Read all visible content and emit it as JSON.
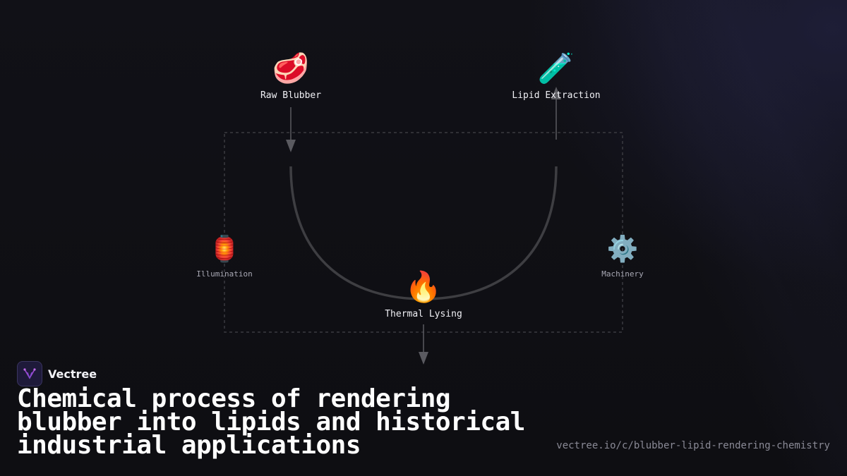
{
  "diagram": {
    "nodes": {
      "raw_blubber": {
        "icon": "meat-icon",
        "emoji": "🥩",
        "label": "Raw Blubber"
      },
      "lipid_extraction": {
        "icon": "test-tube-icon",
        "emoji": "🧪",
        "label": "Lipid Extraction"
      },
      "illumination": {
        "icon": "lantern-icon",
        "emoji": "🏮",
        "label": "Illumination"
      },
      "machinery": {
        "icon": "gear-icon",
        "emoji": "⚙️",
        "label": "Machinery"
      },
      "thermal_lysing": {
        "icon": "fire-icon",
        "emoji": "🔥",
        "label": "Thermal Lysing"
      }
    }
  },
  "footer": {
    "brand": "Vectree",
    "title": "Chemical process of rendering blubber into lipids and historical industrial applications",
    "url": "vectree.io/c/blubber-lipid-rendering-chemistry"
  },
  "colors": {
    "background": "#0f0f14",
    "curve": "#3e3e42",
    "arrow": "#5a5a60",
    "dashed_box": "#3a3a40",
    "brand_accent": "#a24bd6"
  }
}
